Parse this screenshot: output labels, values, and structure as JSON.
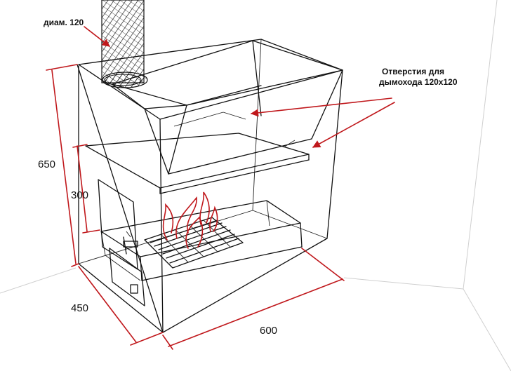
{
  "labels": {
    "pipe_diameter": "диам. 120",
    "openings_line1": "Отверстия для",
    "openings_line2": "дымохода 120х120",
    "height_total": "650",
    "height_firebox": "300",
    "depth": "450",
    "width": "600"
  },
  "colors": {
    "line": "#111111",
    "dimension": "#c0181c",
    "room": "#cfcfcf",
    "background": "#ffffff"
  }
}
